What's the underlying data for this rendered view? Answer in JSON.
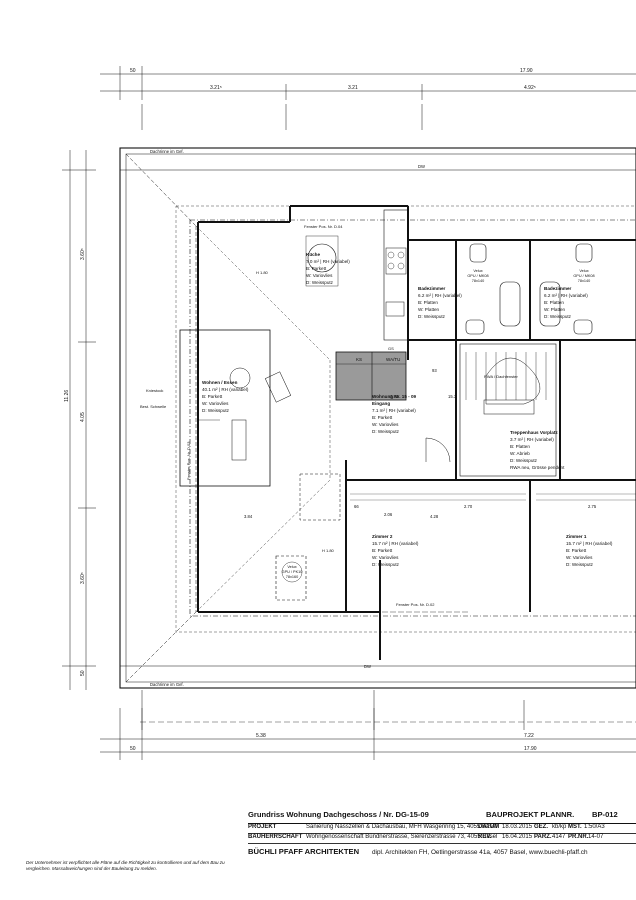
{
  "dims_top": {
    "left": "50",
    "right": "17.90",
    "a": "3.21⁵",
    "b": "3.21",
    "c": "4.92⁵"
  },
  "dims_bottom": {
    "left": "50",
    "a": "5.38",
    "b": "7.22",
    "c": "17.90"
  },
  "dims_left": {
    "a": "3.60⁵",
    "b": "4.05",
    "c": "3.60⁵",
    "total": "11.26",
    "bottom": "50"
  },
  "labels": {
    "dachrinne_top": "Dachrinne im Gef.",
    "dachrinne_bottom": "Dachrinne im Gef.",
    "dw_top": "DW",
    "dw_bottom": "DW",
    "fenster_top": "Fenster Pos. Nr. D.04",
    "fenster_left": "Fenster Pos. Nr. D.03",
    "fenster_bottom": "Fenster Pos. Nr. D.02",
    "kniestock": "Kniestock",
    "bestschwelle": "Best. Schwelle",
    "h180a": "H 1.80",
    "h180b": "H 1.80",
    "ks": "KS",
    "waftu": "WA/TU",
    "gs": "GS",
    "rwa": "RWA / Dachfenster",
    "velux_bottom": "Velux\nGPU / PK10\n78x160",
    "velux_bad1": "Velux\nGPU / MK08\n78x140",
    "velux_bad2": "Velux\nGPU / MK08\n78x140",
    "d_283": "2.83",
    "d_93": "93",
    "d_153": "15.3",
    "d_66": "66",
    "d_206": "2.06",
    "d_428": "4.28",
    "d_270": "2.70",
    "d_384": "3.84",
    "d_275": "2.75"
  },
  "rooms": {
    "kueche": {
      "name": "Küche",
      "area": "7.0 m² | RH (variabel)",
      "b": "B: Parkett",
      "w": "W: Variovlies",
      "d": "D: Weissputz"
    },
    "wohnen": {
      "name": "Wohnen / Essen",
      "area": "40.1 m² | RH (variabel)",
      "b": "B: Parkett",
      "w": "W: Variovlies",
      "d": "D: Weissputz"
    },
    "bad1": {
      "name": "Badezimmer",
      "area": "6.2 m² | RH (variabel)",
      "b": "B: Platten",
      "w": "W: Platten",
      "d": "D: Weissputz"
    },
    "bad2": {
      "name": "Badezimmer",
      "area": "6.2 m² | RH (variabel)",
      "b": "B: Platten",
      "w": "W: Platten",
      "d": "D: Weissputz"
    },
    "eingang": {
      "name": "Wohnung Nr. 15 - 09",
      "sub": "Eingang",
      "area": "7.1 m² | RH (variabel)",
      "b": "B: Parkett",
      "w": "W: Variovlies",
      "d": "D: Weissputz"
    },
    "treppenhaus": {
      "name": "Treppenhaus Vorplatz",
      "area": "3.7 m² | RH (variabel)",
      "b": "B: Platten",
      "w": "W: Abrieb",
      "d": "D: Weissputz",
      "extra": "RWA neu, Grösse pendent"
    },
    "zimmer2": {
      "name": "Zimmer 2",
      "area": "15.7 m² | RH (variabel)",
      "b": "B: Parkett",
      "w": "W: Variovlies",
      "d": "D: Weissputz"
    },
    "zimmer1": {
      "name": "Zimmer 1",
      "area": "15.7 m² | RH (variabel)",
      "b": "B: Parkett",
      "w": "W: Variovlies",
      "d": "D: Weissputz"
    }
  },
  "titleblock": {
    "title": "Grundriss Wohnung Dachgeschoss / Nr. DG-15-09",
    "phase": "BAUPROJEKT PLANNR.",
    "plannr": "BP-012",
    "projekt_label": "PROJEKT",
    "projekt": "Sanierung Nasszellen & Dachausbau, MFH Wasgenring 15, 4055 Basel",
    "datum_label": "DATUM",
    "datum": "18.03.2015",
    "gez_label": "GEZ.",
    "gez": "kb/kp",
    "mst_label": "MST.",
    "mst": "1:50/A3",
    "bauherr_label": "BAUHERRSCHAFT",
    "bauherr": "Wohngenossenschaft Bündnerstrasse, Sierenzerstrasse 73, 4055 Basel",
    "rev_label": "REV.",
    "rev": "16.04.2015",
    "parz_label": "PARZ.",
    "parz": "4147",
    "prnr_label": "PR.NR.",
    "prnr": "14-07",
    "firm": "BÜCHLI PFAFF ARCHITEKTEN",
    "firm_detail": "dipl. Architekten FH, Oetlingerstrasse 41a, 4057 Basel, www.buechli-pfaff.ch"
  },
  "note": "Der Unternehmer ist verpflichtet alle Pläne auf die Richtigkeit zu kontrollieren und auf dem Bau zu vergleichen. Massabweichungen sind der Bauleitung zu melden."
}
